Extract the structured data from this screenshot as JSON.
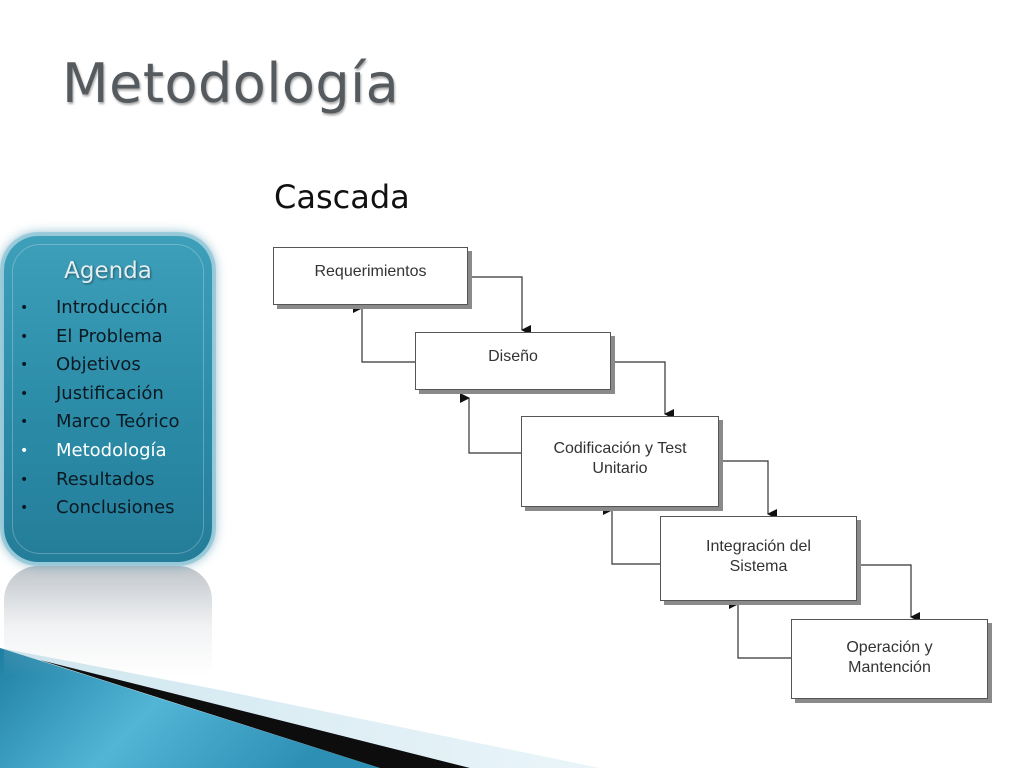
{
  "slide": {
    "title": "Metodología",
    "subtitle": "Cascada"
  },
  "agenda": {
    "title": "Agenda",
    "items": [
      {
        "label": "Introducción",
        "active": false
      },
      {
        "label": "El Problema",
        "active": false
      },
      {
        "label": "Objetivos",
        "active": false
      },
      {
        "label": "Justificación",
        "active": false
      },
      {
        "label": "Marco Teórico",
        "active": false
      },
      {
        "label": "Metodología",
        "active": true
      },
      {
        "label": "Resultados",
        "active": false
      },
      {
        "label": "Conclusiones",
        "active": false
      }
    ],
    "bullet": "•",
    "colors": {
      "panel": "#2a8aa6",
      "text": "#0b1a22",
      "active_text": "#ffffff"
    }
  },
  "diagram": {
    "stages": [
      {
        "label": "Requerimientos"
      },
      {
        "label": "Diseño"
      },
      {
        "label": "Codificación y Test\nUnitario"
      },
      {
        "label": "Integración del\nSistema"
      },
      {
        "label": "Operación y\nMantención"
      }
    ]
  }
}
